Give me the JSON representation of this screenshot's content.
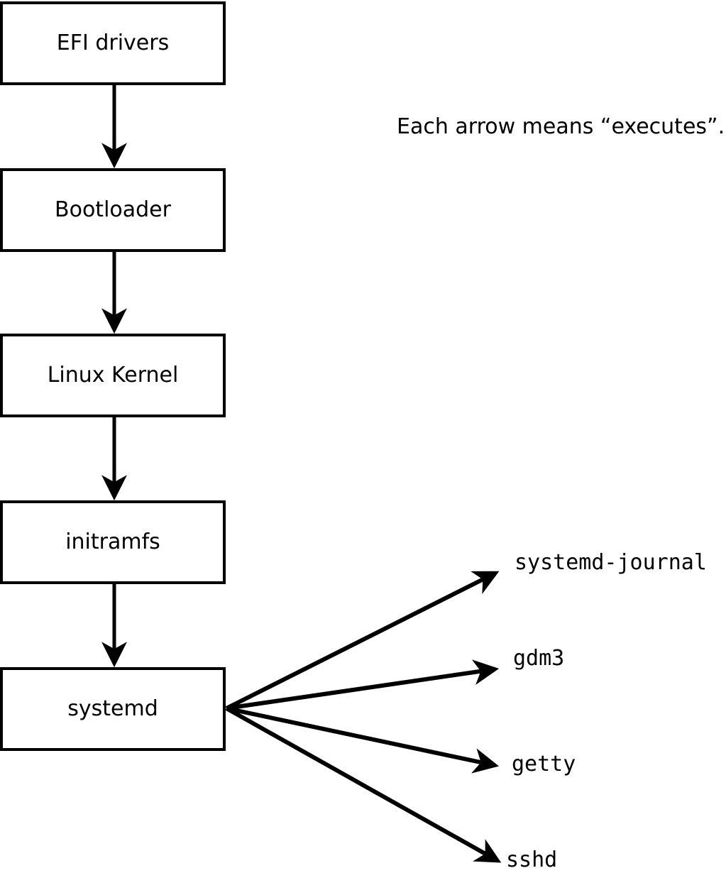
{
  "colors": {
    "ink": "#000000",
    "background": "#ffffff"
  },
  "diagram": {
    "caption": "Each arrow means “executes”.",
    "chain": [
      {
        "label": "EFI drivers"
      },
      {
        "label": "Bootloader"
      },
      {
        "label": "Linux Kernel"
      },
      {
        "label": "initramfs"
      },
      {
        "label": "systemd"
      }
    ],
    "spawned": [
      {
        "label": "systemd-journal"
      },
      {
        "label": "gdm3"
      },
      {
        "label": "getty"
      },
      {
        "label": "sshd"
      }
    ]
  }
}
